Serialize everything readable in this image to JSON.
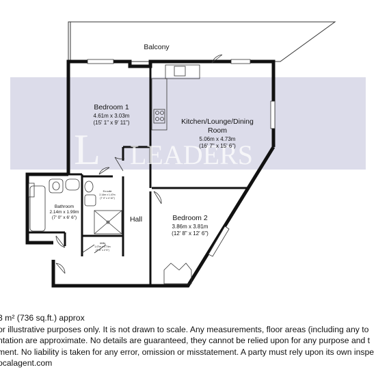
{
  "rooms": {
    "balcony": {
      "name": "Balcony"
    },
    "bedroom1": {
      "name": "Bedroom 1",
      "dim_m": "4.61m x 3.03m",
      "dim_ft": "(15' 1\" x 9' 11\")"
    },
    "kitchen": {
      "name_line1": "Kitchen/Lounge/Dining",
      "name_line2": "Room",
      "dim_m": "5.06m x 4.73m",
      "dim_ft": "(16' 7\" x 15' 6\")"
    },
    "bedroom2": {
      "name": "Bedroom 2",
      "dim_m": "3.86m x 3.81m",
      "dim_ft": "(12' 8\" x 12' 6\")"
    },
    "bathroom": {
      "name": "Bathroom",
      "dim_m": "2.14m x 1.99m",
      "dim_ft": "(7' 0\" x 6' 6\")"
    },
    "ensuite": {
      "name": "En-suite",
      "dim_m": "2.14m x 1.47m",
      "dim_ft": "(7' 0\" x 4' 10\")"
    },
    "utility": {
      "name": "Utility",
      "dim_m": "1.07m x 0.74m",
      "dim_ft": "(3' 6\" x 2' 5\")"
    },
    "hall": {
      "name": "Hall"
    }
  },
  "watermark": {
    "letter": "L",
    "text": "LEADERS"
  },
  "footer": {
    "area_line": "3 m² (736 sq.ft.) approx",
    "line2": "or illustrative purposes only. It is not drawn to scale. Any measurements, floor areas (including any to",
    "line3": "ntation are approximate. No details are guaranteed, they cannot be relied upon for any purpose and t",
    "line4": "ment. No liability is taken for any error, omission or misstatement. A party must rely upon its own inspe",
    "line5": "ocalagent.com"
  },
  "colors": {
    "wall": "#111111",
    "watermark_band": "#dcdcea",
    "window": "#ffffff"
  }
}
